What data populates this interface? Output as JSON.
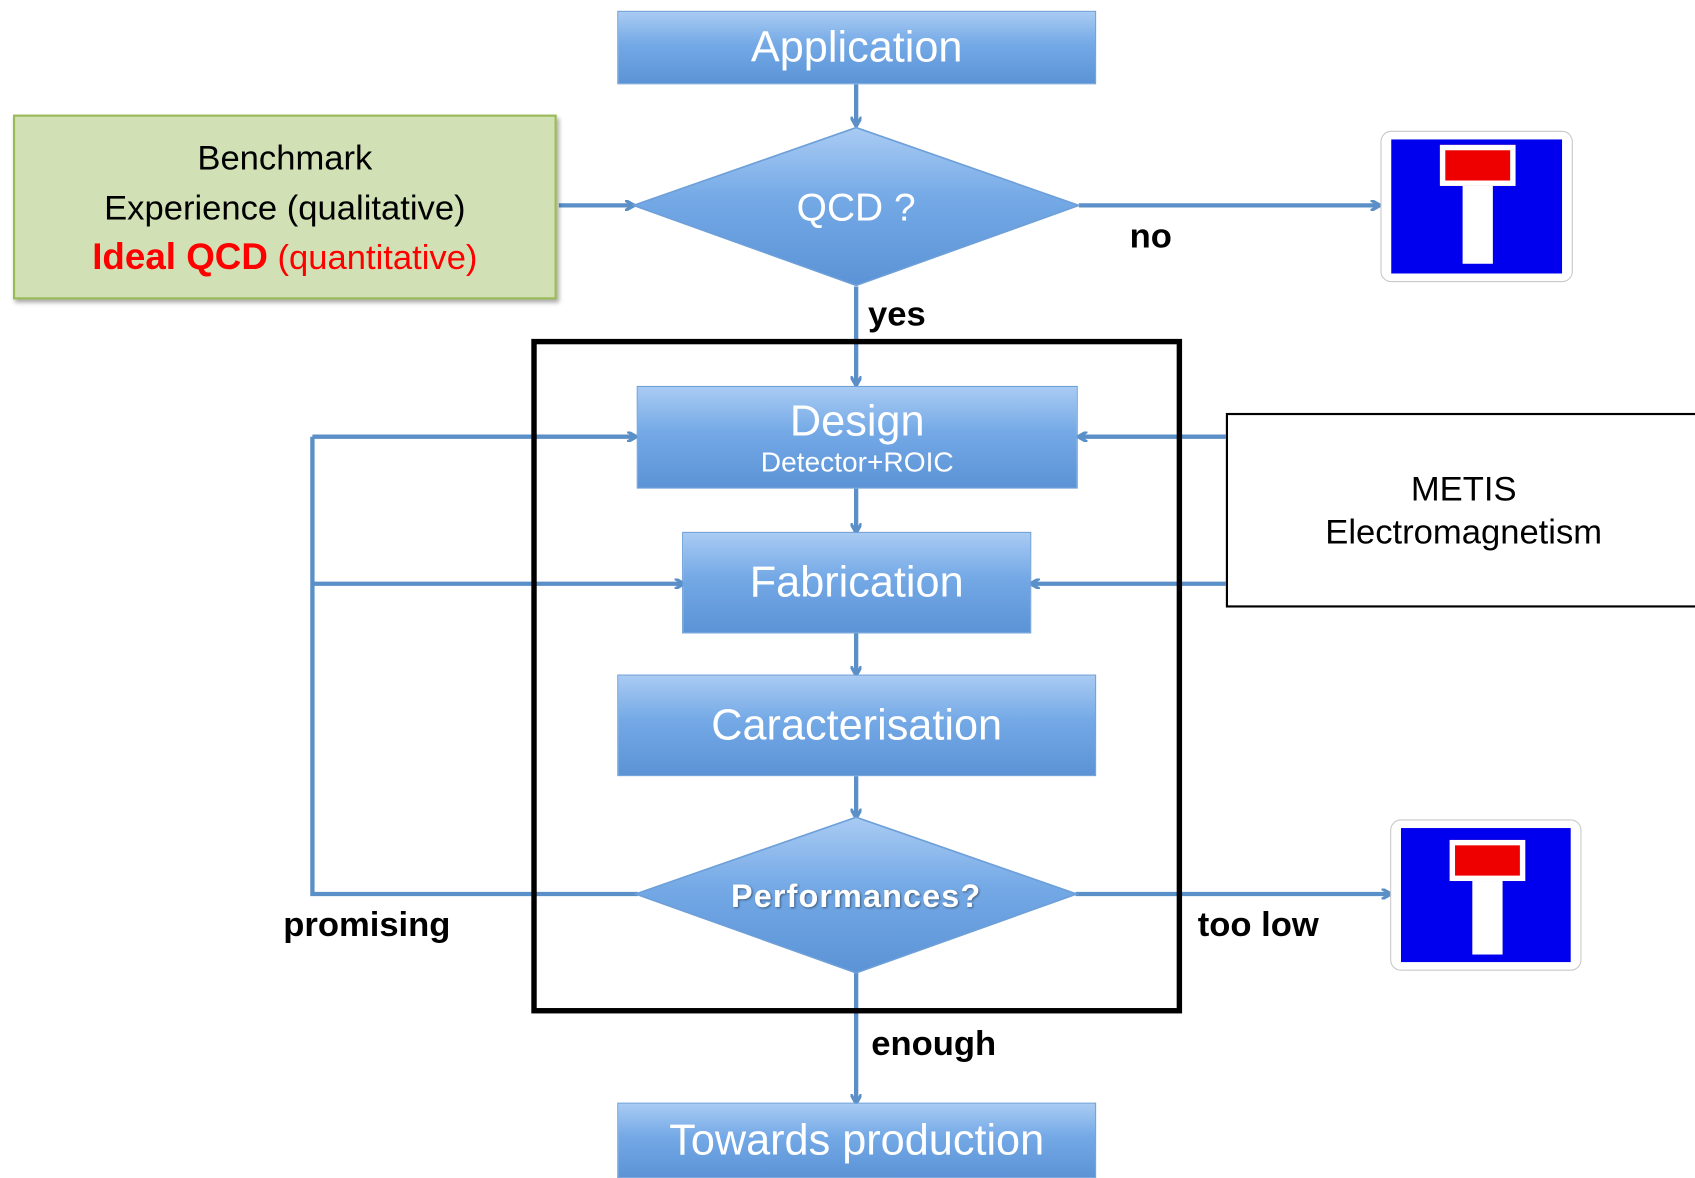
{
  "nodes": {
    "application": "Application",
    "qcd": "QCD ?",
    "design": "Design",
    "design_sub": "Detector+ROIC",
    "fabrication": "Fabrication",
    "caracterisation": "Caracterisation",
    "performances": "Performances?",
    "production": "Towards production"
  },
  "benchmark": {
    "line1": "Benchmark",
    "line2": "Experience (qualitative)",
    "line3_bold": "Ideal QCD",
    "line3_rest": " (quantitative)"
  },
  "metis": {
    "line1": "METIS",
    "line2": "Electromagnetism"
  },
  "edge_labels": {
    "no": "no",
    "yes": "yes",
    "promising": "promising",
    "too_low": "too low",
    "enough": "enough"
  },
  "colors": {
    "box_blue": "#6fa4e3",
    "arrow": "#5b8fc7",
    "benchmark_fill": "#d2e1b5",
    "highlight_red": "#ff0000",
    "sign_blue": "#0000ee",
    "sign_red": "#ee0000"
  },
  "icons": [
    "dead-end-road-sign-icon",
    "dead-end-road-sign-icon"
  ]
}
